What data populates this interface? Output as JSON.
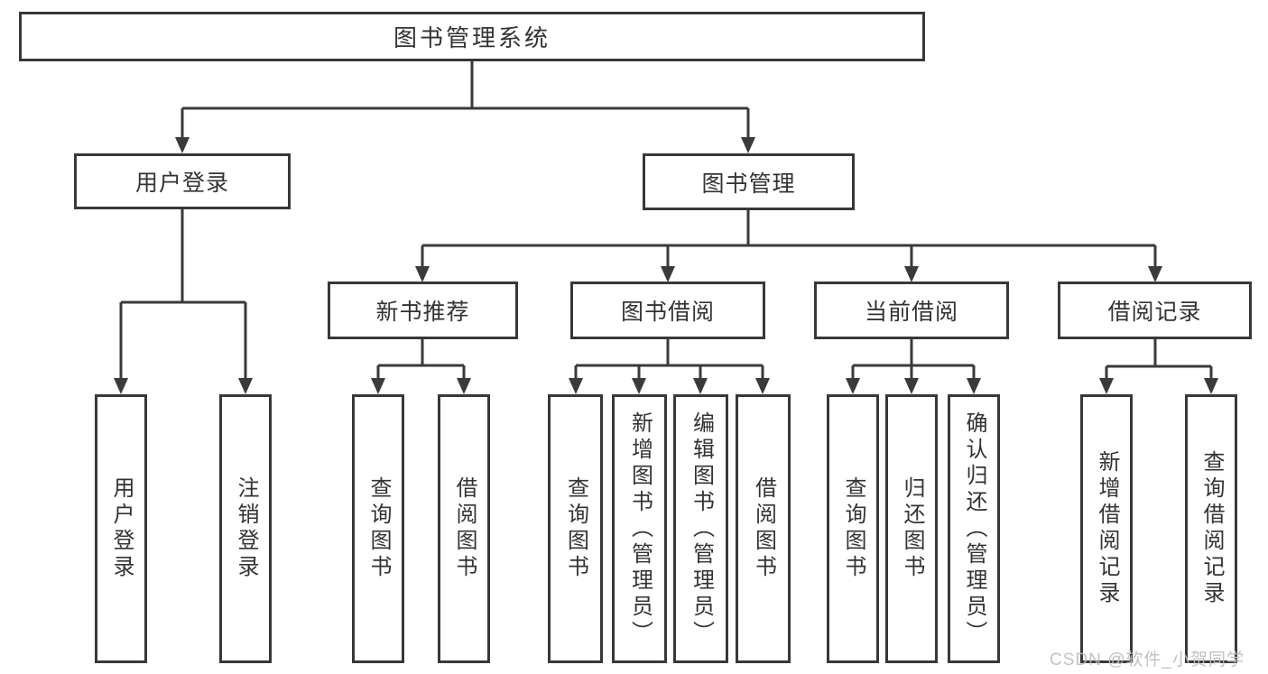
{
  "root": {
    "label": "图书管理系统"
  },
  "branches": [
    {
      "label": "用户登录",
      "children": [
        {
          "label": "用户登录"
        },
        {
          "label": "注销登录"
        }
      ]
    },
    {
      "label": "图书管理",
      "children": [
        {
          "label": "新书推荐",
          "children": [
            {
              "label": "查询图书"
            },
            {
              "label": "借阅图书"
            }
          ]
        },
        {
          "label": "图书借阅",
          "children": [
            {
              "label": "查询图书"
            },
            {
              "label": "新增图书（管理员）"
            },
            {
              "label": "编辑图书（管理员）"
            },
            {
              "label": "借阅图书"
            }
          ]
        },
        {
          "label": "当前借阅",
          "children": [
            {
              "label": "查询图书"
            },
            {
              "label": "归还图书"
            },
            {
              "label": "确认归还（管理员）"
            }
          ]
        },
        {
          "label": "借阅记录",
          "children": [
            {
              "label": "新增借阅记录"
            },
            {
              "label": "查询借阅记录"
            }
          ]
        }
      ]
    }
  ],
  "watermark": {
    "text": "CSDN @软件_小贺同学"
  },
  "colors": {
    "line": "#3a3a3a",
    "text": "#333333",
    "box_background": "#ffffff",
    "watermark": "#bdbdbd"
  }
}
